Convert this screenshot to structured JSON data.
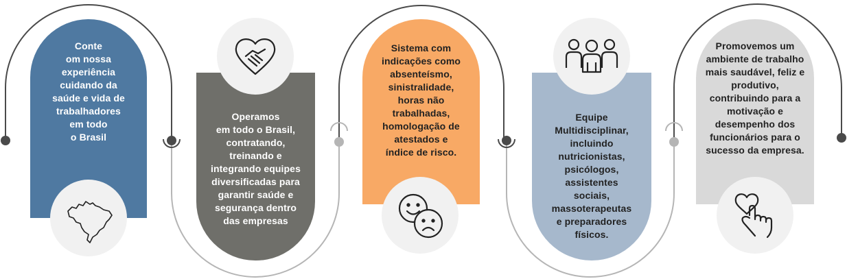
{
  "steps": [
    {
      "id": 1,
      "text": "Conte\nom nossa\nexperiência\ncuidando da\nsaúde e vida de\ntrabalhadores\nem todo\no Brasil",
      "icon": "brazil-map-icon",
      "color": "#4f79a1"
    },
    {
      "id": 2,
      "text": "Operamos\nem todo o Brasil,\ncontratando,\ntreinando e\nintegrando equipes\ndiversificadas para\ngarantir saúde e\nsegurança dentro\ndas empresas",
      "icon": "handshake-heart-icon",
      "color": "#6f6f6a"
    },
    {
      "id": 3,
      "text": "Sistema com\nindicações como\nabsenteísmo,\nsinistralidade,\nhoras não\ntrabalhadas,\nhomologação de\natestados e\níndice de risco.",
      "icon": "happy-sad-faces-icon",
      "color": "#f8a965"
    },
    {
      "id": 4,
      "text": "Equipe\nMultidisciplinar,\nincluindo\nnutricionistas,\npsicólogos,\nassistentes\nsociais,\nmassoterapeutas\ne preparadores\nfísicos.",
      "icon": "team-people-icon",
      "color": "#a6b8cc"
    },
    {
      "id": 5,
      "text": "Promovemos um\nambiente de trabalho\nmais saudável, feliz e\nprodutivo,\ncontribuindo para a\nmotivação e\ndesempenho dos\nfuncionários para o\nsucesso da empresa.",
      "icon": "hand-touch-heart-icon",
      "color": "#d9d9d9"
    }
  ]
}
